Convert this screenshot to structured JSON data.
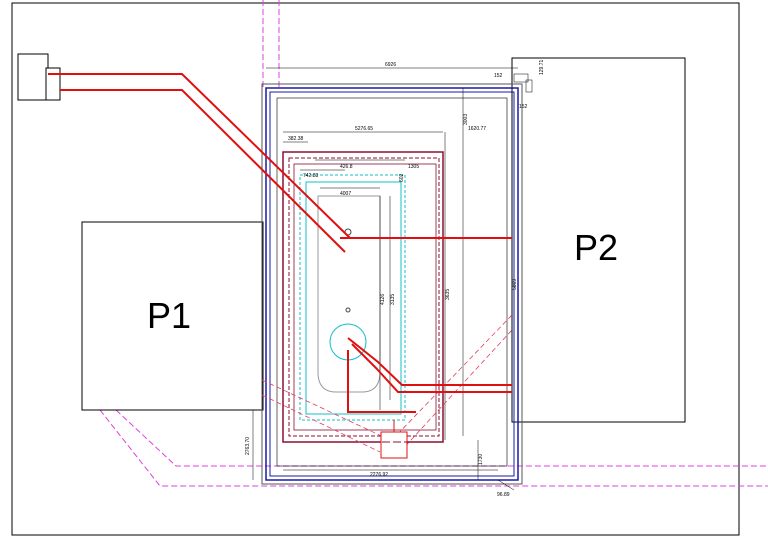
{
  "labels": {
    "p1": "P1",
    "p2": "P2"
  },
  "dimensions": {
    "d_top_width": "6926",
    "d_top_small_1": "152",
    "d_top_small_2": "129.71",
    "d_inner_width": "5276.65",
    "d_left_offset": "382.38",
    "d_right_1": "1620.77",
    "d_right_2": "3003",
    "d_small_right": "152",
    "d_mid_width": "426.8",
    "d_left_mid": "742.83",
    "d_mid_right": "1305",
    "d_mid_small": "602",
    "d_basin": "4007",
    "d_vertical_1": "4126",
    "d_vertical_2": "3135",
    "d_vertical_3": "3635",
    "d_vertical_4": "5869",
    "d_bottom_left": "2763.70",
    "d_bottom_width": "2276.92",
    "d_bottom_small": "1730",
    "d_bottom_right": "96.89"
  },
  "colors": {
    "pipe": "#e01010",
    "wall_blue": "#1a1aa8",
    "dark_red": "#8a1030",
    "cyan": "#10c0c8",
    "magenta": "#e040e0",
    "outline": "#000000"
  }
}
